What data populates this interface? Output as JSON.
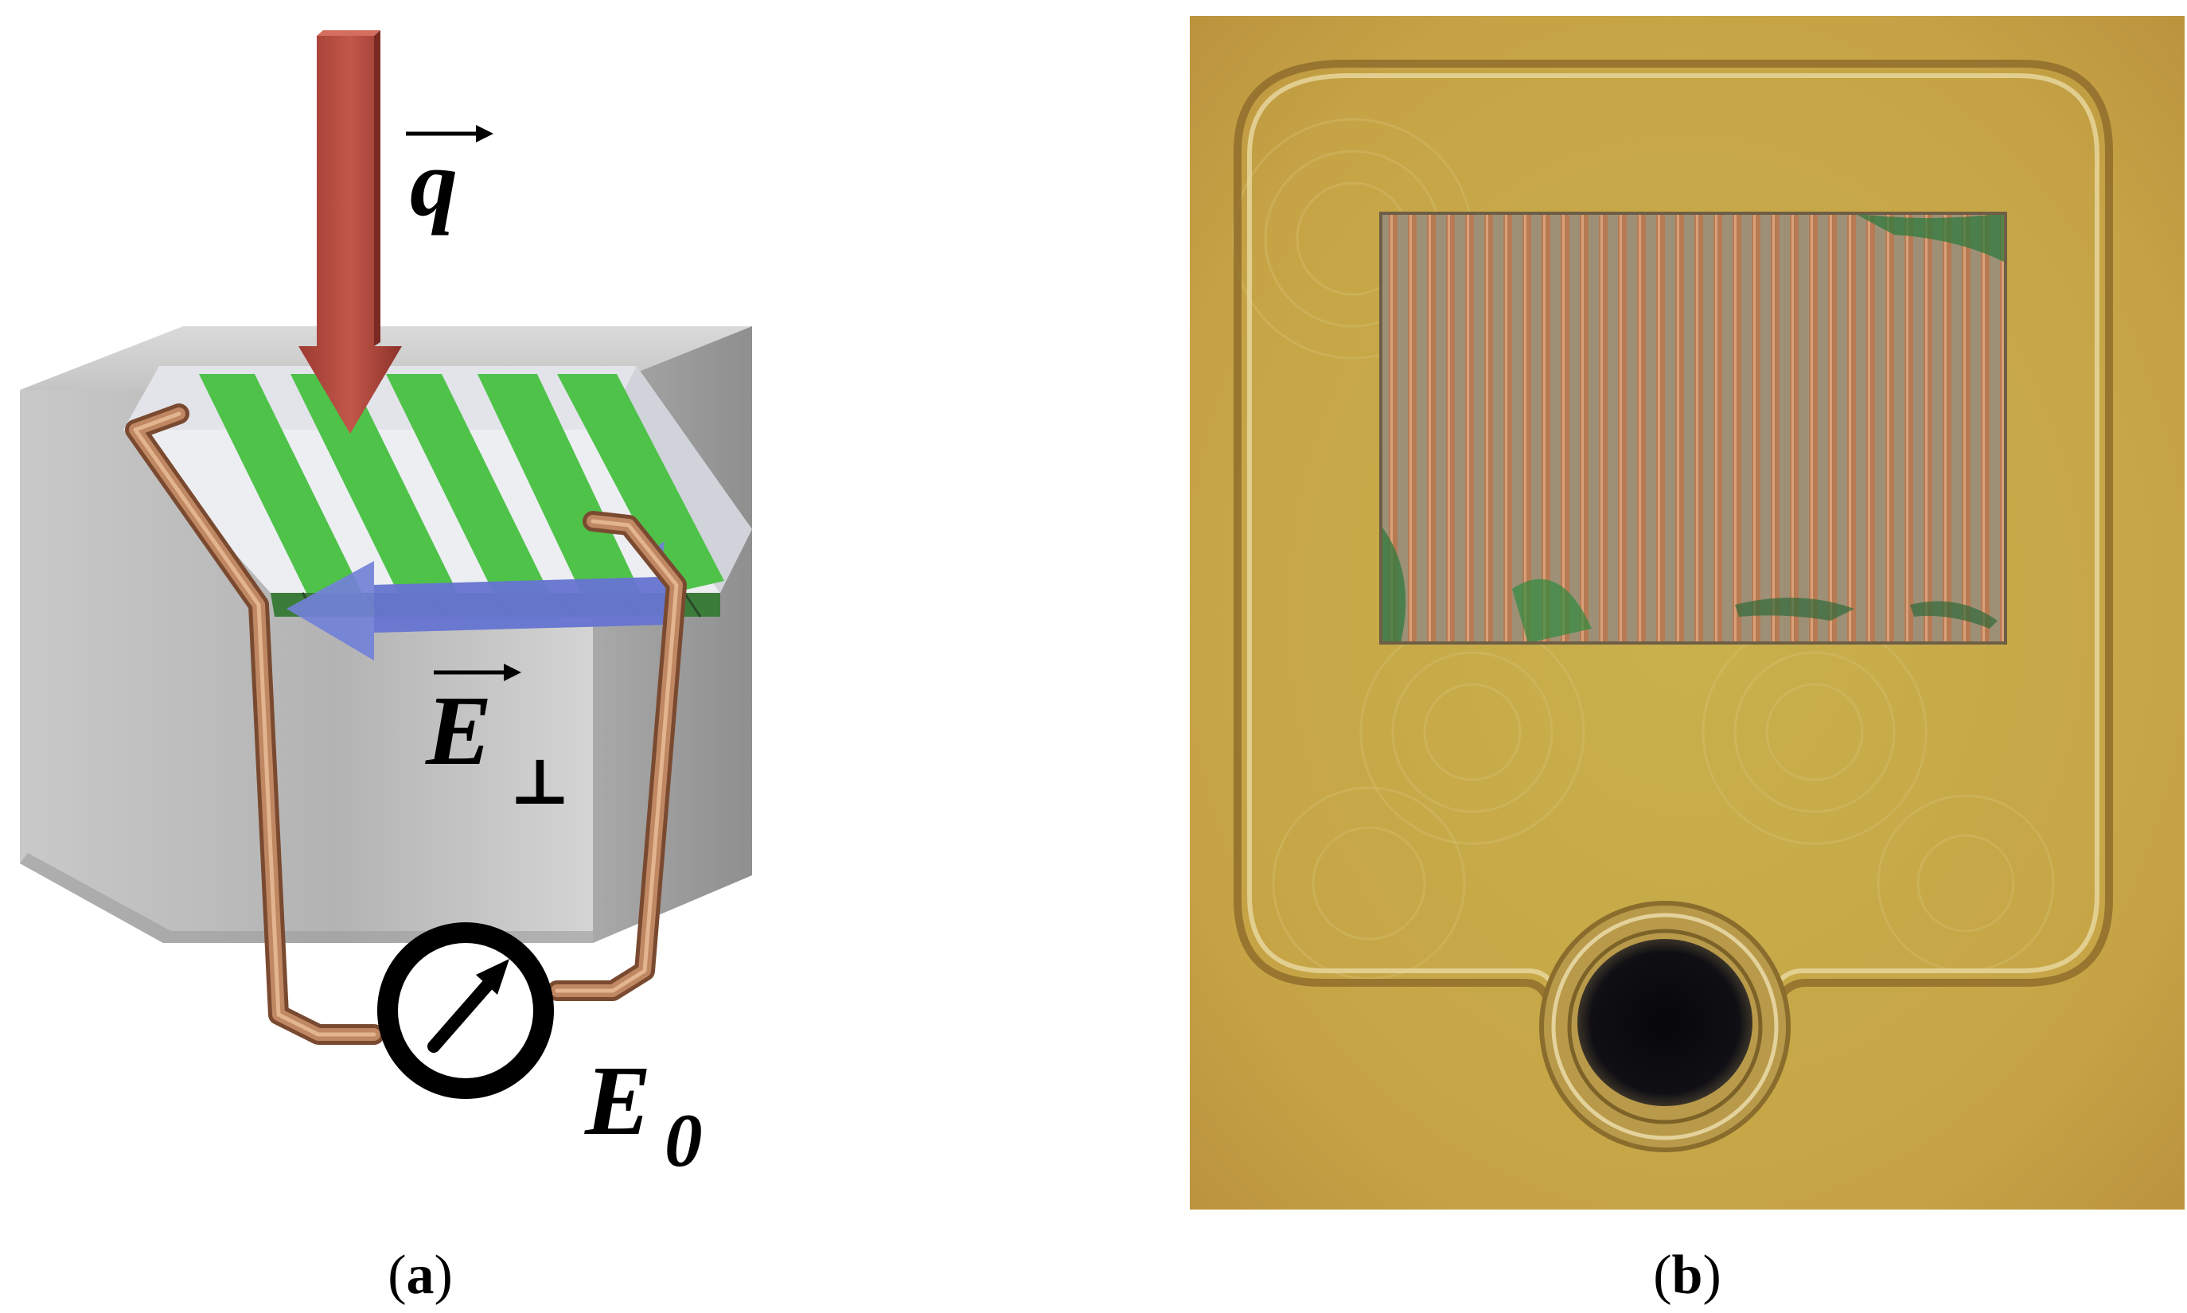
{
  "panel_a": {
    "caption_open": "(",
    "caption_letter": "a",
    "caption_close": ")",
    "label_q": "q",
    "label_E": "E",
    "label_E_subscript": "⊥",
    "label_E0": "E",
    "label_E0_subscript": "0"
  },
  "panel_b": {
    "caption_open": "(",
    "caption_letter": "b",
    "caption_close": ")"
  },
  "colors": {
    "heat_flux_arrow": "#b5473c",
    "field_arrow": "#6f7fd6",
    "stripe_green": "#4fc24a",
    "stripe_white": "#e6e8ec",
    "wire_copper": "#b07a5a",
    "block_grey": "#c6c6c6",
    "plate_gold": "#c8a845",
    "sensor_copper": "#b77a52"
  },
  "icons": {
    "meter": "voltmeter-icon"
  }
}
